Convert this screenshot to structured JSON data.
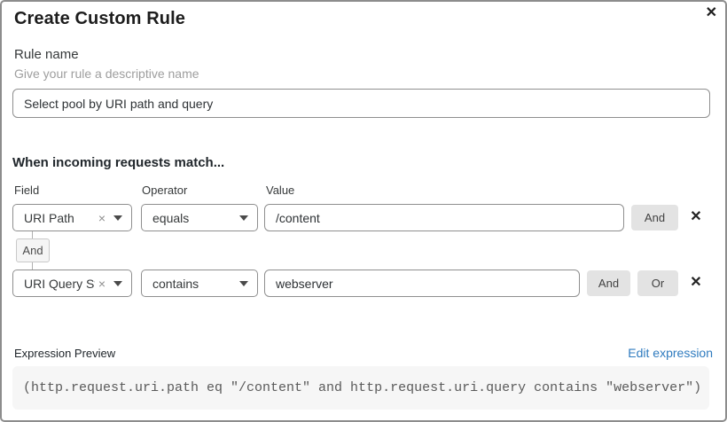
{
  "modal": {
    "title": "Create Custom Rule"
  },
  "icons": {
    "close": "✕",
    "remove": "✕",
    "clear": "×"
  },
  "rule_name": {
    "label": "Rule name",
    "helper": "Give your rule a descriptive name",
    "value": "Select pool by URI path and query"
  },
  "builder": {
    "heading": "When incoming requests match...",
    "column_labels": {
      "field": "Field",
      "operator": "Operator",
      "value": "Value"
    },
    "connector_label": "And",
    "rows": [
      {
        "field": "URI Path",
        "operator": "equals",
        "value": "/content",
        "and_label": "And"
      },
      {
        "field": "URI Query St...",
        "operator": "contains",
        "value": "webserver",
        "and_label": "And",
        "or_label": "Or"
      }
    ]
  },
  "expression": {
    "label": "Expression Preview",
    "edit_link": "Edit expression",
    "code": "(http.request.uri.path eq \"/content\" and http.request.uri.query contains \"webserver\")"
  },
  "colors": {
    "link": "#2f7bbf",
    "button_bg": "#e3e3e3",
    "code_bg": "#f6f6f6",
    "modal_border": "#8d8d8d"
  }
}
